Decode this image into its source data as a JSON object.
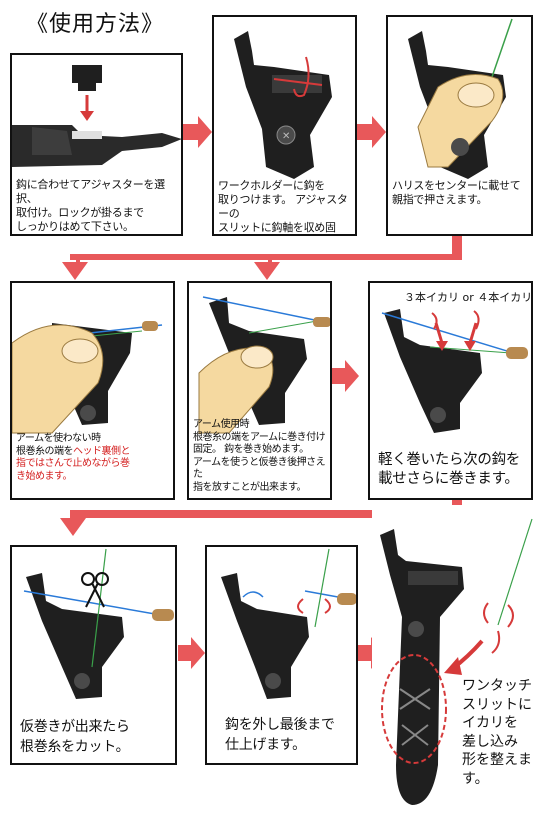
{
  "title": "《使用方法》",
  "colors": {
    "accent_red": "#e8585a",
    "text_red": "#d42020",
    "hook_red": "#d63a3a",
    "line_green": "#3aa04a",
    "line_blue": "#2a7ad8",
    "tool_black": "#1f1f1f",
    "skin": "#f5d9a0"
  },
  "steps": [
    {
      "id": 1,
      "lines": [
        "鈎に合わせてアジャスターを選択、",
        "取付け。ロックが掛るまで",
        "しっかりはめて下さい。"
      ]
    },
    {
      "id": 2,
      "lines": [
        "ワークホルダーに鈎を",
        "取りつけます。 アジャスターの",
        "スリットに鈎軸を収め固定。"
      ]
    },
    {
      "id": 3,
      "lines": [
        "ハリスをセンターに載せて",
        "親指で押さえます。"
      ]
    },
    {
      "id": 4,
      "line1": "アームを使わない時",
      "line2_a": "根巻糸の端を",
      "line2_red": "ヘッド裏側と",
      "line3_red": "指ではさんで止めながら巻",
      "line4_red": "き始めます。"
    },
    {
      "id": 5,
      "lines": [
        "アーム使用時",
        "根巻糸の端をアームに巻き付け",
        "固定。 鈎を巻き始めます。",
        "アームを使うと仮巻き後押さえた",
        "指を放すことが出来ます。"
      ]
    },
    {
      "id": 6,
      "top_label": "３本イカリ or ４本イカリ",
      "lines": [
        "軽く巻いたら次の鈎を",
        "載せさらに巻きます。"
      ]
    },
    {
      "id": 7,
      "lines": [
        "仮巻きが出来たら",
        "根巻糸をカット。"
      ]
    },
    {
      "id": 8,
      "lines": [
        "鈎を外し最後まで",
        "仕上げます。"
      ]
    },
    {
      "id": 9,
      "lines": [
        "ワンタッチ",
        "スリットに",
        "イカリを",
        "差し込み",
        "形を整えます。"
      ]
    }
  ]
}
